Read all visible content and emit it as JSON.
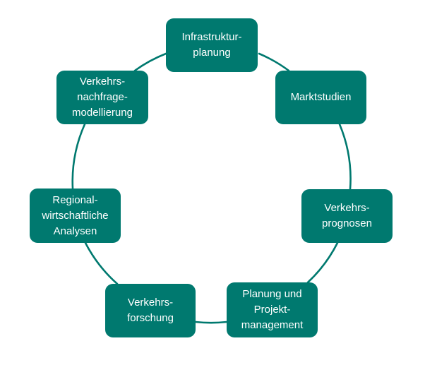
{
  "colors": {
    "node_fill": "#00796f",
    "ring_stroke": "#00796f",
    "label_text": "#ffffff",
    "background": "#ffffff"
  },
  "nodes": [
    {
      "label": "Infrastruktur-\nplanung"
    },
    {
      "label": "Marktstudien"
    },
    {
      "label": "Verkehrs-\nprognosen"
    },
    {
      "label": "Planung und\nProjekt-\nmanagement"
    },
    {
      "label": "Verkehrs-\nforschung"
    },
    {
      "label": "Regional-\nwirtschaftliche\nAnalysen"
    },
    {
      "label": "Verkehrs-\nnachfrage-\nmodellierung"
    }
  ]
}
